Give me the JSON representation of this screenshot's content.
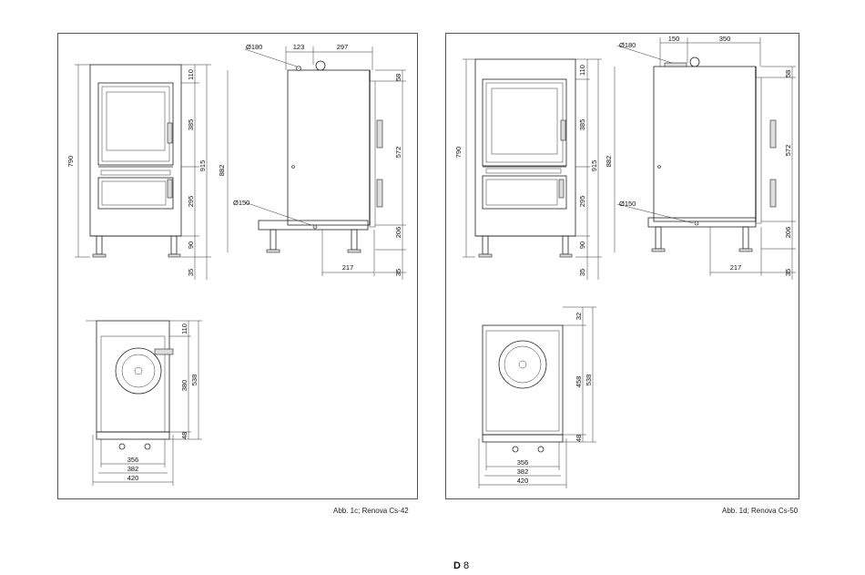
{
  "figures": [
    {
      "caption": "Abb. 1c; Renova Cs-42",
      "front": {
        "height_total": "790",
        "dims_right": [
          "110",
          "385",
          "295",
          "90",
          "35"
        ],
        "dim_915": "915"
      },
      "side": {
        "flue_top": "Ø180",
        "flue_back": "Ø150",
        "top_a": "123",
        "top_b": "297",
        "height": "882",
        "right": [
          "58",
          "572",
          "206",
          "35"
        ],
        "bottom": "217"
      },
      "plan": {
        "right_a": [
          "110",
          "380",
          "48"
        ],
        "right_total": "538",
        "bottom": [
          "356",
          "382",
          "420"
        ]
      }
    },
    {
      "caption": "Abb. 1d; Renova Cs-50",
      "front": {
        "height_total": "790",
        "dims_right": [
          "110",
          "385",
          "295",
          "90",
          "35"
        ],
        "dim_915": "915"
      },
      "side": {
        "flue_top": "Ø180",
        "flue_back": "Ø150",
        "top_a": "150",
        "top_b": "350",
        "height": "882",
        "right": [
          "58",
          "572",
          "206",
          "35"
        ],
        "bottom": "217"
      },
      "plan": {
        "right_a": [
          "32",
          "458",
          "48"
        ],
        "right_total": "538",
        "bottom": [
          "356",
          "382",
          "420"
        ]
      }
    }
  ],
  "page": {
    "letter": "D",
    "number": "8"
  }
}
